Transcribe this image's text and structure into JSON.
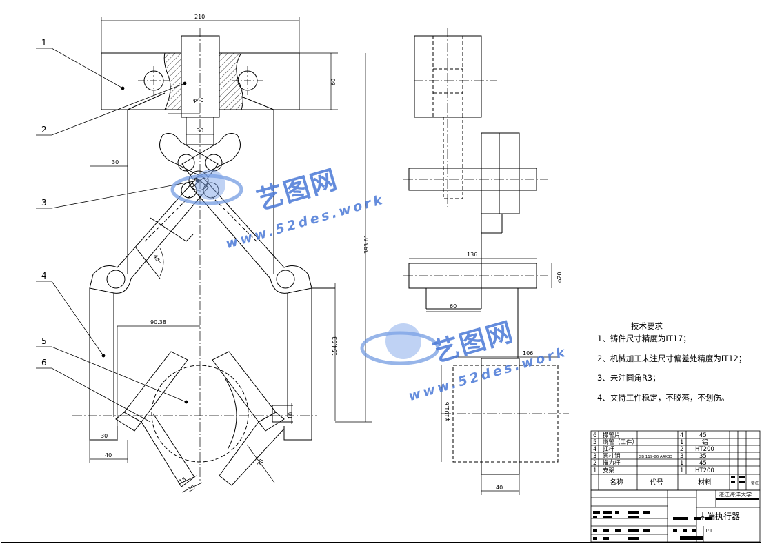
{
  "drawing": {
    "part_labels": [
      "1",
      "2",
      "3",
      "4",
      "5",
      "6"
    ],
    "dimensions": {
      "width_total": "210",
      "height_top": "60",
      "phi40": "φ40",
      "d30_top": "30",
      "d30_left": "30",
      "angle45": "45°",
      "d90_38": "90.38",
      "overall_height": "393.61",
      "d154_53": "154.53",
      "d30_bottom": "30",
      "d40_bottom": "40",
      "d10": "10",
      "d78": "78",
      "d15": "15",
      "d23": "23",
      "d136": "136",
      "phi20": "φ20",
      "d60_side": "60",
      "d106": "106",
      "phi101_6": "φ101.6",
      "d40_side": "40"
    }
  },
  "tech_requirements": {
    "title": "技术要求",
    "items": [
      "1、铸件尺寸精度为IT17；",
      "2、机械加工未注尺寸偏差处精度为IT12；",
      "3、未注圆角R3；",
      "4、夹持工件稳定，不脱落，不划伤。"
    ]
  },
  "bom": {
    "rows": [
      {
        "no": "6",
        "name": "操警片",
        "code": "",
        "qty": "4",
        "material": "45"
      },
      {
        "no": "5",
        "name": "烧警（工件）",
        "code": "",
        "qty": "1",
        "material": "铝"
      },
      {
        "no": "4",
        "name": "扛杆",
        "code": "",
        "qty": "2",
        "material": "HT200"
      },
      {
        "no": "3",
        "name": "圆柱销",
        "code": "GB 119-86 A4X33",
        "qty": "3",
        "material": "35"
      },
      {
        "no": "2",
        "name": "推力杆",
        "code": "",
        "qty": "1",
        "material": "45"
      },
      {
        "no": "1",
        "name": "支架",
        "code": "",
        "qty": "1",
        "material": "HT200"
      }
    ],
    "header": {
      "name": "名称",
      "code": "代号",
      "material": "材料",
      "note": "备注"
    }
  },
  "title_block": {
    "school": "湛江海洋大学",
    "drawing_name": "末端执行器",
    "scale": "1:1"
  },
  "watermark": {
    "brand": "艺图网",
    "url": "www.52des.work"
  }
}
